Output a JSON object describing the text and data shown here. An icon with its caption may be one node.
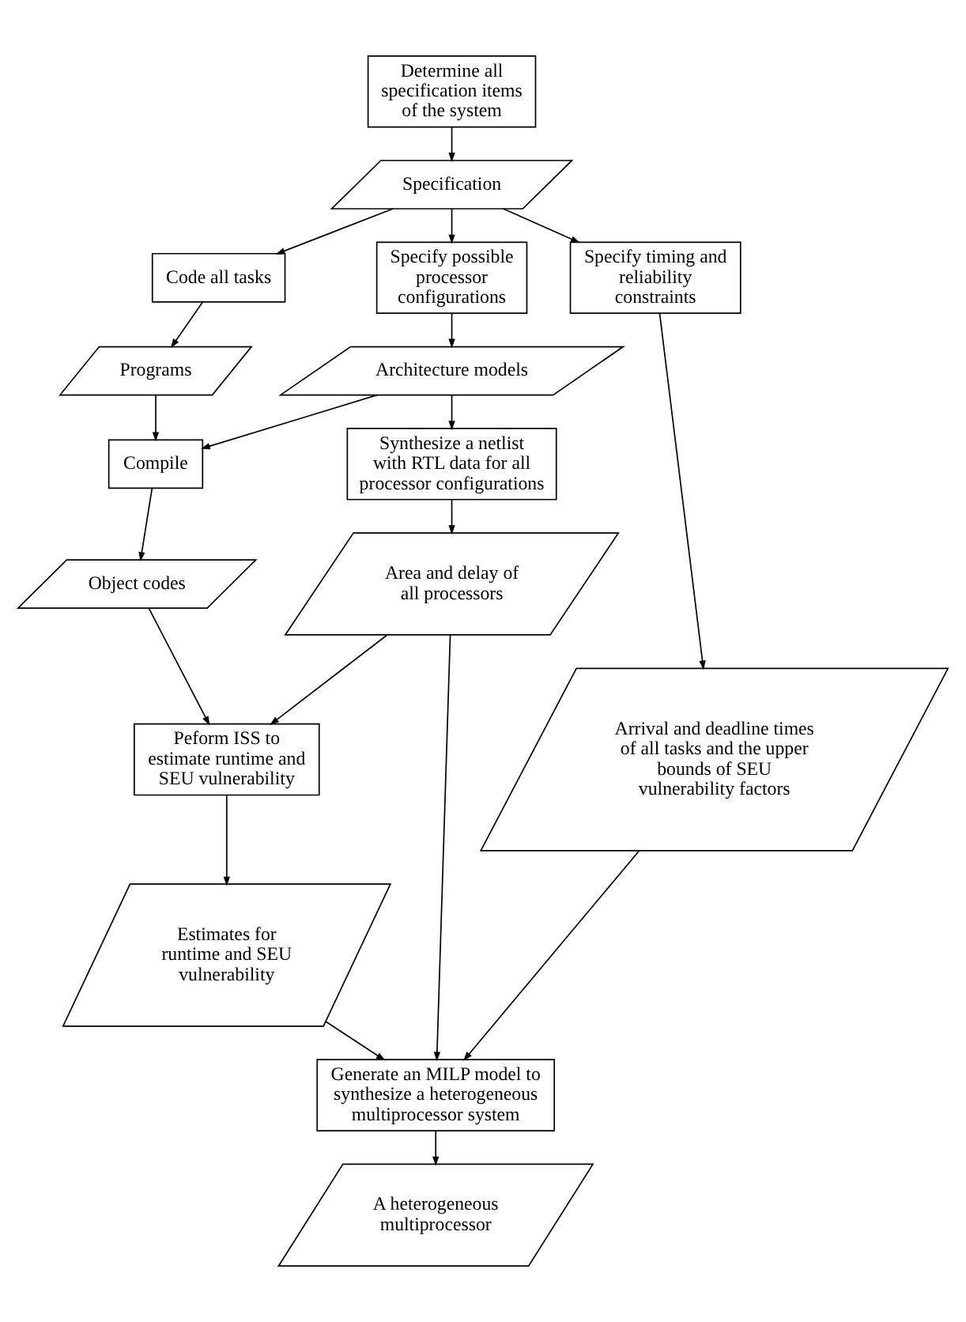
{
  "diagram": {
    "nodes": [
      {
        "text": [
          "Determine all specification items of the system"
        ]
      },
      {
        "text": [
          "Specification"
        ]
      },
      {
        "text": [
          "Code all tasks"
        ]
      },
      {
        "text": [
          "Specify possible processor configurations"
        ]
      },
      {
        "text": [
          "Specify timing and reliability constraints"
        ]
      },
      {
        "text": [
          "Programs"
        ]
      },
      {
        "text": [
          "Architecture models"
        ]
      },
      {
        "text": [
          "Arrival and deadline times of all tasks and the upper bounds of SEU vulnerability factors"
        ]
      },
      {
        "text": [
          "Compile"
        ]
      },
      {
        "text": [
          "Synthesize a netlist with RTL data for all processor configurations"
        ]
      },
      {
        "text": [
          "Object codes"
        ]
      },
      {
        "text": [
          "Area and delay of all processors"
        ]
      },
      {
        "text": [
          "Peform ISS to estimate runtime and SEU vulnerability"
        ]
      },
      {
        "text": [
          "Estimates for runtime and SEU vulnerability"
        ]
      },
      {
        "text": [
          "Generate an MILP model to synthesize a heterogeneous multiprocessor system"
        ]
      },
      {
        "text": [
          "A heterogeneous multiprocessor"
        ]
      }
    ],
    "edges": [
      {
        "from": 0,
        "to": 1,
        "arrow": "to"
      },
      {
        "from": 1,
        "to": 2,
        "arrow": "to"
      },
      {
        "from": 1,
        "to": 3,
        "arrow": "to"
      },
      {
        "from": 1,
        "to": 4,
        "arrow": "to"
      },
      {
        "from": 2,
        "to": 5,
        "arrow": "to"
      },
      {
        "from": 3,
        "to": 6,
        "arrow": "to"
      },
      {
        "from": 4,
        "to": 7,
        "arrow": "to"
      },
      {
        "from": 5,
        "to": 8,
        "arrow": "to"
      },
      {
        "from": 6,
        "to": 8,
        "arrow": "to"
      },
      {
        "from": 6,
        "to": 9,
        "arrow": "to"
      },
      {
        "from": 8,
        "to": 10,
        "arrow": "to"
      },
      {
        "from": 9,
        "to": 11,
        "arrow": "to"
      },
      {
        "from": 10,
        "to": 12,
        "arrow": "to"
      },
      {
        "from": 11,
        "to": 12,
        "arrow": "to"
      },
      {
        "from": 12,
        "to": 13,
        "arrow": "to"
      },
      {
        "from": 13,
        "to": 14,
        "arrow": "to"
      },
      {
        "from": 11,
        "to": 14,
        "arrow": "to"
      },
      {
        "from": 7,
        "to": 14,
        "arrow": "to"
      },
      {
        "from": 14,
        "to": 15,
        "arrow": "to"
      }
    ]
  }
}
